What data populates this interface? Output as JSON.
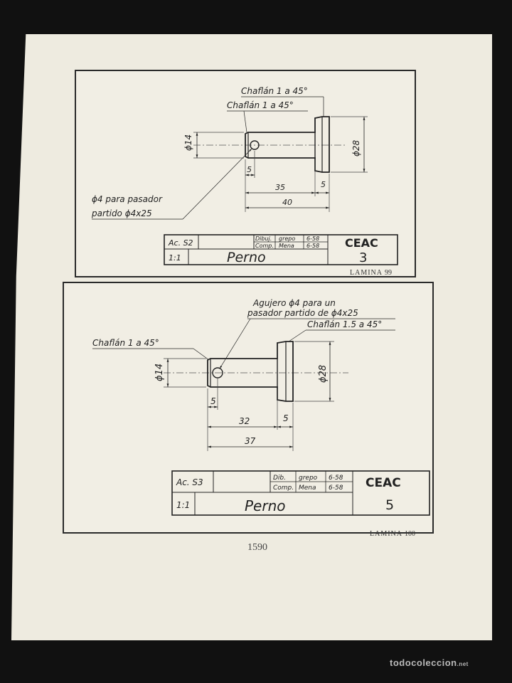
{
  "plate_99": {
    "annotations": {
      "chamfer_outer": "Chaflán 1 a 45°",
      "chamfer_inner": "Chaflán 1 a 45°",
      "hole_line1": "ϕ4 para pasador",
      "hole_line2": "partido ϕ4x25"
    },
    "dimensions": {
      "diameter_small": "ϕ14",
      "diameter_large": "ϕ28",
      "length_5_left": "5",
      "length_35": "35",
      "length_5_right": "5",
      "length_40": "40"
    },
    "title_block": {
      "code": "Ac. S2",
      "dibuj_label": "Dibuj.",
      "dibuj_name": "grepo",
      "dibuj_date": "6-58",
      "comp_label": "Comp.",
      "comp_name": "Mena",
      "comp_date": "6-58",
      "school": "CEAC",
      "scale": "1:1",
      "part_name": "Perno",
      "sheet_number": "3"
    },
    "plate_label": "LAMINA",
    "plate_number": "99"
  },
  "plate_100": {
    "annotations": {
      "hole_line1": "Agujero ϕ4 para un",
      "hole_line2": "pasador partido de ϕ4x25",
      "chamfer_left": "Chaflán 1 a 45°",
      "chamfer_right": "Chaflán 1.5 a 45°"
    },
    "dimensions": {
      "diameter_small": "ϕ14",
      "diameter_large": "ϕ28",
      "length_5_left": "5",
      "length_32": "32",
      "length_5_right": "5",
      "length_37": "37"
    },
    "title_block": {
      "code": "Ac. S3",
      "dibuj_label": "Dib.",
      "dibuj_name": "grepo",
      "dibuj_date": "6-58",
      "comp_label": "Comp.",
      "comp_name": "Mena",
      "comp_date": "6-58",
      "school": "CEAC",
      "scale": "1:1",
      "part_name": "Perno",
      "sheet_number": "5"
    },
    "plate_label": "LAMINA",
    "plate_number": "100"
  },
  "page_number": "1590",
  "watermark": {
    "brand": "todocoleccion",
    "tld": ".net"
  },
  "colors": {
    "background": "#111111",
    "paper": "#eeebe0",
    "ink": "#222222"
  }
}
